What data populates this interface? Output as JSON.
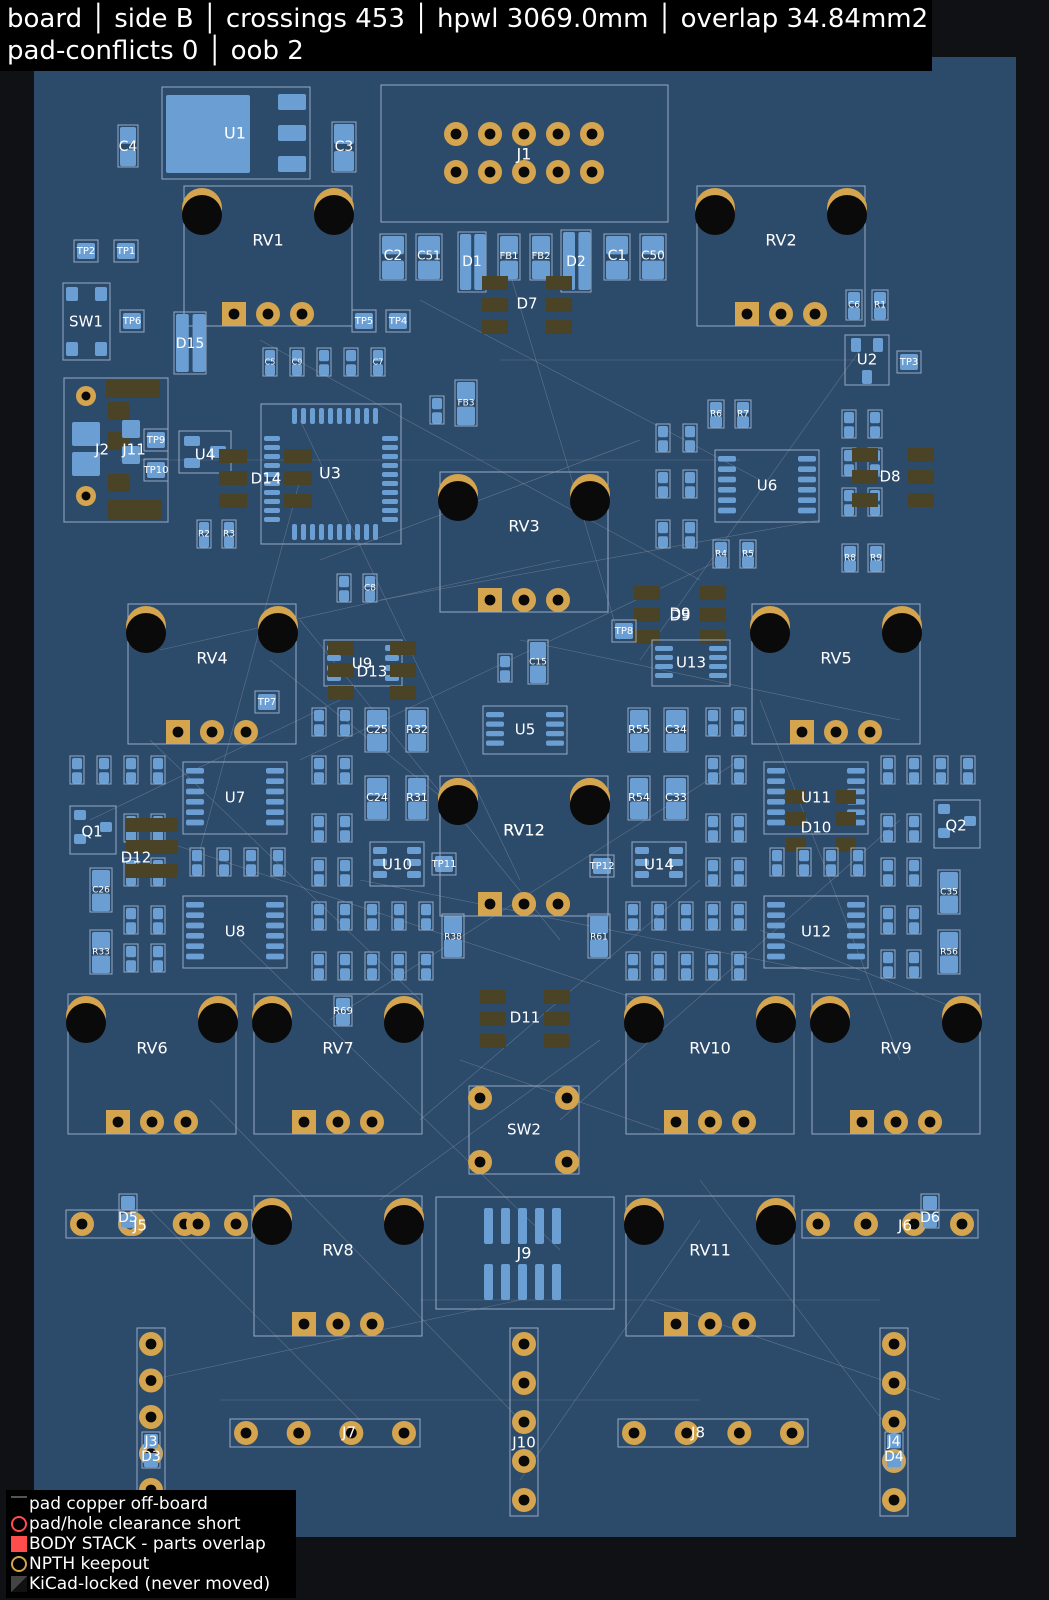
{
  "header": {
    "line1": "board │ side B │ crossings 453 │ hpwl 3069.0mm │ overlap 34.84mm2",
    "line2": "pad-conflicts 0 │ oob 2"
  },
  "legend": [
    {
      "label": "pad copper off-board",
      "swatch": "pad-offboard-swatch"
    },
    {
      "label": "pad/hole clearance short",
      "swatch": "clearance-short-swatch"
    },
    {
      "label": "BODY STACK - parts overlap",
      "swatch": "body-stack-swatch"
    },
    {
      "label": "NPTH keepout",
      "swatch": "npth-keepout-swatch"
    },
    {
      "label": "KiCad-locked (never moved)",
      "swatch": "locked-swatch"
    }
  ],
  "colors": {
    "board": "#2c4a6a",
    "outline": "#93abc4",
    "pad": "#6b9fd4",
    "gold": "#d4a54e",
    "drill": "#0a0a0a",
    "mark": "#4b4326",
    "overlap": "#ff4d4d",
    "background": "#0f1114"
  },
  "components": {
    "U1": "U1",
    "C3": "C3",
    "C4": "C4",
    "J1": "J1",
    "RV1": "RV1",
    "RV2": "RV2",
    "TP2": "TP2",
    "TP1": "TP1",
    "C2": "C2",
    "C51": "C51",
    "D1": "D1",
    "FB1": "FB1",
    "FB2": "FB2",
    "D2": "D2",
    "C1": "C1",
    "C50": "C50",
    "D7": "D7",
    "SW1": "SW1",
    "TP6": "TP6",
    "TP5": "TP5",
    "TP4": "TP4",
    "D15": "D15",
    "C6": "C6",
    "R1": "R1",
    "U2": "U2",
    "TP3": "TP3",
    "C5": "C5",
    "C9": "C9",
    "C7": "C7",
    "FB3": "FB3",
    "R6": "R6",
    "R7": "R7",
    "J2": "J2",
    "J11": "J11",
    "TP9": "TP9",
    "TP10": "TP10",
    "U4": "U4",
    "D14": "D14",
    "U3": "U3",
    "U6": "U6",
    "D8": "D8",
    "R2": "R2",
    "R3": "R3",
    "RV3": "RV3",
    "R4": "R4",
    "R5": "R5",
    "R8": "R8",
    "R9": "R9",
    "C8": "C8",
    "D9": "D9",
    "TP8": "TP8",
    "RV4": "RV4",
    "U9": "U9",
    "D13": "D13",
    "C15": "C15",
    "U13": "U13",
    "RV5": "RV5",
    "TP7": "TP7",
    "U5": "U5",
    "C25": "C25",
    "R32": "R32",
    "R55": "R55",
    "C34": "C34",
    "U7": "U7",
    "C24": "C24",
    "R31": "R31",
    "RV12": "RV12",
    "R54": "R54",
    "C33": "C33",
    "U11": "U11",
    "D10": "D10",
    "Q1": "Q1",
    "Q2": "Q2",
    "D12": "D12",
    "U10": "U10",
    "TP11": "TP11",
    "TP12": "TP12",
    "U14": "U14",
    "C26": "C26",
    "C35": "C35",
    "U8": "U8",
    "R38": "R38",
    "R61": "R61",
    "U12": "U12",
    "R33": "R33",
    "R56": "R56",
    "R69": "R69",
    "D11": "D11",
    "RV6": "RV6",
    "RV7": "RV7",
    "RV10": "RV10",
    "RV9": "RV9",
    "SW2": "SW2",
    "D5": "D5",
    "J5": "J5",
    "RV8": "RV8",
    "J9": "J9",
    "RV11": "RV11",
    "D6": "D6",
    "J6": "J6",
    "J3": "J3",
    "D3": "D3",
    "J7": "J7",
    "J10": "J10",
    "J8": "J8",
    "J4": "J4",
    "D4": "D4"
  }
}
